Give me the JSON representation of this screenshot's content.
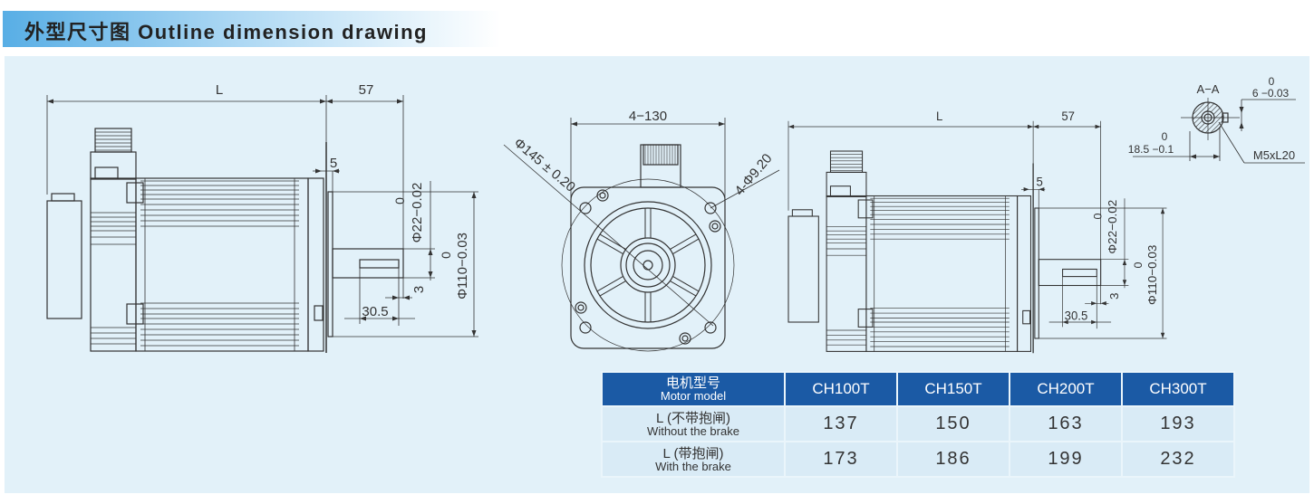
{
  "header": {
    "title": "外型尺寸图  Outline dimension drawing"
  },
  "side_view": {
    "L": "L",
    "d57": "57",
    "d5": "5",
    "shaft_dia": "Φ22−0.02",
    "shaft_tol_upper": "0",
    "pilot_dia": "Φ110−0.03",
    "pilot_tol_upper": "0",
    "key_depth": "3",
    "key_len": "30.5"
  },
  "front_view": {
    "pitch": "4−130",
    "bolt_circle": "Φ145 ± 0.20",
    "holes": "4-Φ9.20"
  },
  "section": {
    "title": "A−A",
    "key_width": "6 −0.03",
    "key_width_upper": "0",
    "height": "18.5 −0.1",
    "height_upper": "0",
    "thread": "M5xL20"
  },
  "table": {
    "header": {
      "zh": "电机型号",
      "en": "Motor model",
      "models": [
        "CH100T",
        "CH150T",
        "CH200T",
        "CH300T"
      ]
    },
    "rows": [
      {
        "zh": "L (不带抱闸)",
        "en": "Without the brake",
        "values": [
          "137",
          "150",
          "163",
          "193"
        ]
      },
      {
        "zh": "L (带抱闸)",
        "en": "With the brake",
        "values": [
          "173",
          "186",
          "199",
          "232"
        ]
      }
    ]
  },
  "colors": {
    "header_blue": "#1b5aa5",
    "panel": "#e2f1f9",
    "line": "#333333"
  }
}
